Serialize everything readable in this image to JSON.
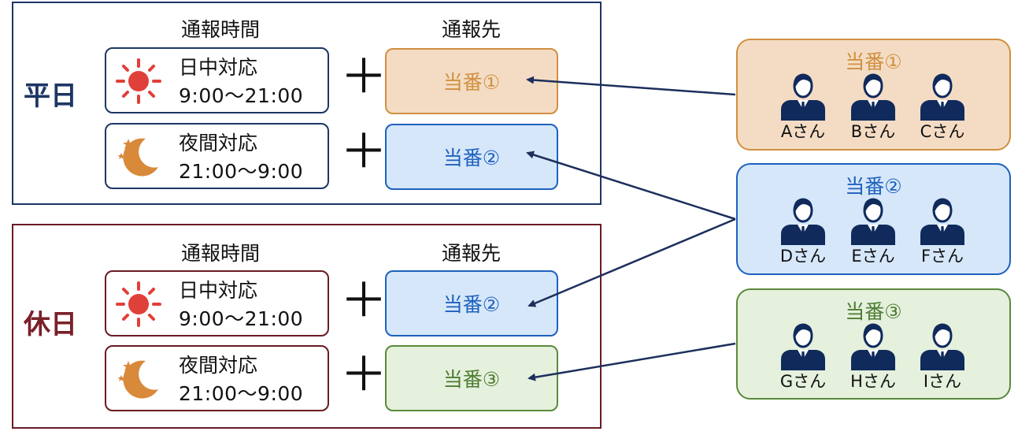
{
  "weekday": {
    "label": "平日",
    "header_time": "通報時間",
    "header_dest": "通報先",
    "rows": [
      {
        "slot": "日中対応",
        "hours": "9:00～21:00",
        "icon": "sun-icon",
        "dest": "当番①"
      },
      {
        "slot": "夜間対応",
        "hours": "21:00～9:00",
        "icon": "moon-icon",
        "dest": "当番②"
      }
    ]
  },
  "holiday": {
    "label": "休日",
    "header_time": "通報時間",
    "header_dest": "通報先",
    "rows": [
      {
        "slot": "日中対応",
        "hours": "9:00～21:00",
        "icon": "sun-icon",
        "dest": "当番②"
      },
      {
        "slot": "夜間対応",
        "hours": "21:00～9:00",
        "icon": "moon-icon",
        "dest": "当番③"
      }
    ]
  },
  "plus_symbol": "＋",
  "teams": [
    {
      "title": "当番①",
      "members": [
        "Aさん",
        "Bさん",
        "Cさん"
      ],
      "color": "#d0903f"
    },
    {
      "title": "当番②",
      "members": [
        "Dさん",
        "Eさん",
        "Fさん"
      ],
      "color": "#1e61bd"
    },
    {
      "title": "当番③",
      "members": [
        "Gさん",
        "Hさん",
        "Iさん"
      ],
      "color": "#5a8a3a"
    }
  ],
  "colors": {
    "weekday_border": "#1c3664",
    "holiday_border": "#6a1b24",
    "sun": "#e0403a",
    "moon": "#d8893a",
    "arrow": "#1c2f5c"
  }
}
